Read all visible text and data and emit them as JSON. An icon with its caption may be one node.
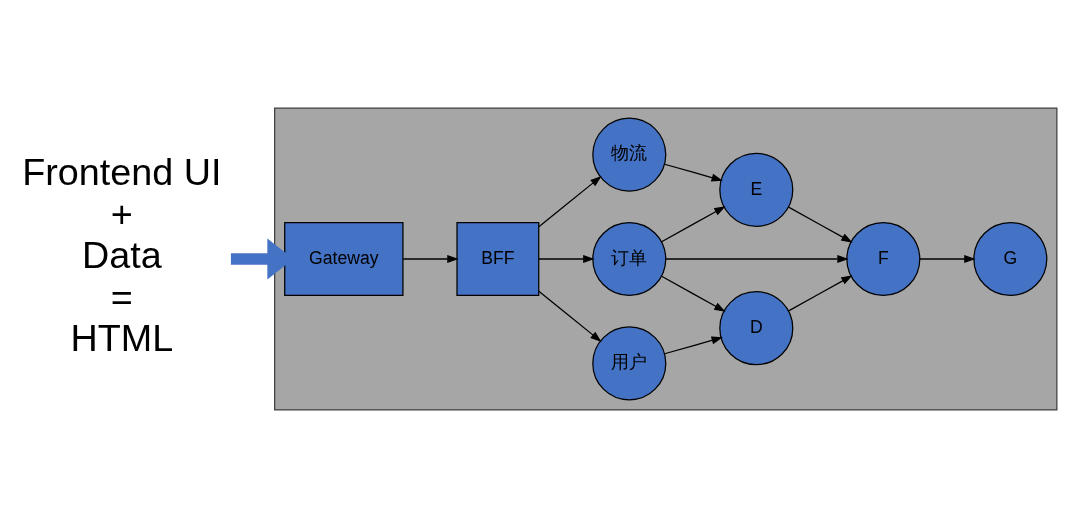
{
  "diagram": {
    "nodes": [
      {
        "text": [
          "Frontend UI",
          "+",
          "Data",
          "=",
          "HTML"
        ]
      },
      {
        "text": [],
        "shape": "box"
      },
      {
        "text": [
          "Gateway"
        ],
        "in": 1
      },
      {
        "text": [
          "BFF"
        ],
        "in": 1
      },
      {
        "text": [
          "用户"
        ],
        "in": 1
      },
      {
        "text": [
          "订单"
        ],
        "in": 1
      },
      {
        "text": [
          "物流"
        ],
        "in": 1
      },
      {
        "text": [
          "D"
        ],
        "in": 1
      },
      {
        "text": [
          "E"
        ],
        "in": 1
      },
      {
        "text": [
          "F"
        ],
        "in": 1
      },
      {
        "text": [
          "G"
        ],
        "in": 1
      }
    ],
    "edges": [
      {
        "from": 0,
        "to": 2,
        "arrow": "to",
        "style": "thick",
        "color": "#4472c4"
      },
      {
        "from": 2,
        "to": 3,
        "arrow": "to"
      },
      {
        "from": 3,
        "to": 4,
        "arrow": "to"
      },
      {
        "from": 3,
        "to": 5,
        "arrow": "to"
      },
      {
        "from": 3,
        "to": 6,
        "arrow": "to"
      },
      {
        "from": 4,
        "to": 7,
        "arrow": "to"
      },
      {
        "from": 5,
        "to": 7,
        "arrow": "to"
      },
      {
        "from": 5,
        "to": 9,
        "arrow": "to"
      },
      {
        "from": 5,
        "to": 8,
        "arrow": "to"
      },
      {
        "from": 6,
        "to": 8,
        "arrow": "to"
      },
      {
        "from": 7,
        "to": 9,
        "arrow": "to"
      },
      {
        "from": 8,
        "to": 9,
        "arrow": "to"
      },
      {
        "from": 9,
        "to": 10,
        "arrow": "to"
      }
    ]
  }
}
